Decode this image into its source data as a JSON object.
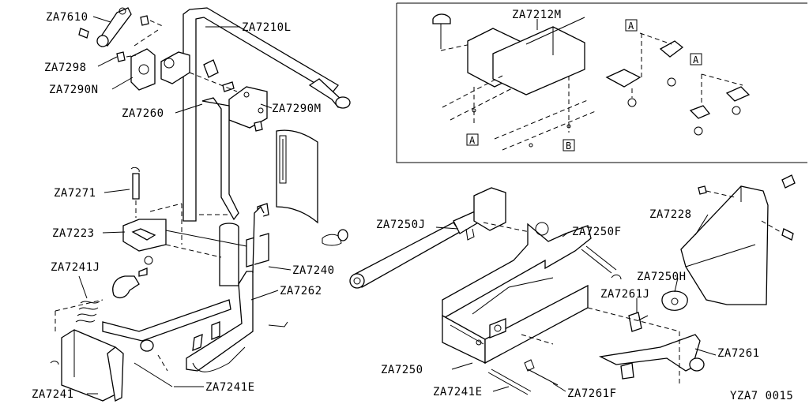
{
  "diagram_code": "YZA7 0015",
  "labels": {
    "za7610": "ZA7610",
    "za7298": "ZA7298",
    "za7290n": "ZA7290N",
    "za7210l": "ZA7210L",
    "za7260": "ZA7260",
    "za7290m": "ZA7290M",
    "za7271": "ZA7271",
    "za7223": "ZA7223",
    "za7241j": "ZA7241J",
    "za7240": "ZA7240",
    "za7262": "ZA7262",
    "za7241e_left": "ZA7241E",
    "za7241": "ZA7241",
    "za7212m": "ZA7212M",
    "za7250j": "ZA7250J",
    "za7250f": "ZA7250F",
    "za7228": "ZA7228",
    "za7250h": "ZA7250H",
    "za7261j": "ZA7261J",
    "za7261": "ZA7261",
    "za7250": "ZA7250",
    "za7241e_right": "ZA7241E",
    "za7261f": "ZA7261F"
  },
  "ref_markers": {
    "a1": "A",
    "a2": "A",
    "a3": "A",
    "b1": "B"
  }
}
